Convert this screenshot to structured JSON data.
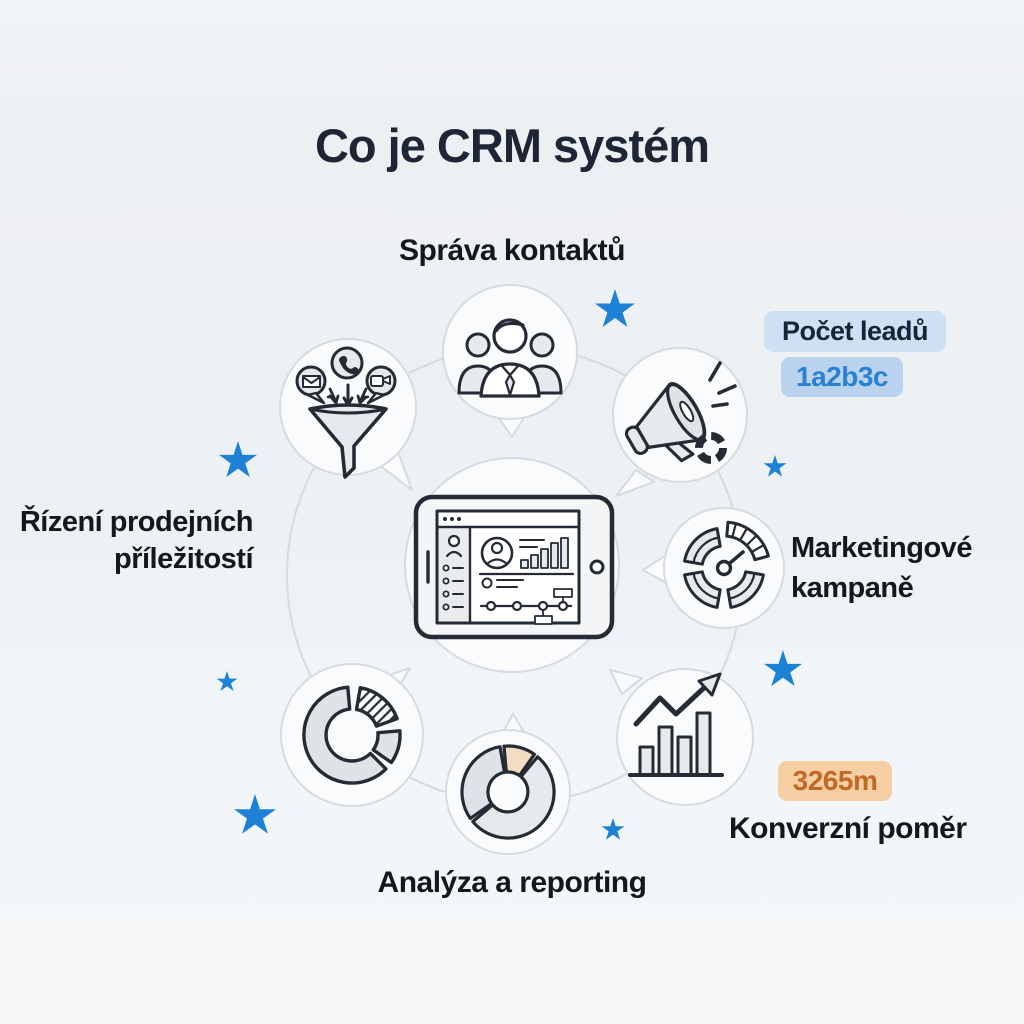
{
  "title": "Co je CRM systém",
  "features": {
    "contacts": {
      "label": "Správa kontaktů",
      "icon": "people-group-icon"
    },
    "campaigns": {
      "label": "Marketingové kampaně",
      "icon": "gauge-icon"
    },
    "sales": {
      "label": "Řízení prodejních příležitostí",
      "icon": "lead-funnel-icon"
    },
    "conversion": {
      "label": "Konverzní poměr",
      "icon": "growth-chart-icon"
    },
    "analytics": {
      "label": "Analýza a reporting",
      "icon": "pie-chart-icon"
    },
    "promotion": {
      "icon": "megaphone-icon"
    },
    "segments": {
      "icon": "donut-chart-icon"
    },
    "center": {
      "icon": "crm-dashboard-tablet-icon"
    }
  },
  "badges": {
    "leads_label": "Počet leadů",
    "leads_value": "1a2b3c",
    "conversion_value": "3265m"
  },
  "decor": {
    "star_icon_count": 7
  },
  "colors": {
    "star_blue": "#1d82d6",
    "title_text": "#1e2534",
    "label_text": "#14181e",
    "leads_label_bg": "#cfe0f3",
    "leads_label_text": "#17243c",
    "leads_value_bg": "#b9d3ee",
    "leads_value_text": "#2b80d2",
    "conversion_value_bg": "#f6cea4",
    "conversion_value_text": "#c06a26",
    "icon_stroke": "#252b35",
    "icon_fill": "#e7eaed",
    "icon_fill_dark": "#dfe3e7",
    "peach_slice": "#f2dcc2",
    "circle_border": "#d7dbdf",
    "circle_fill": "#fafbfc"
  }
}
